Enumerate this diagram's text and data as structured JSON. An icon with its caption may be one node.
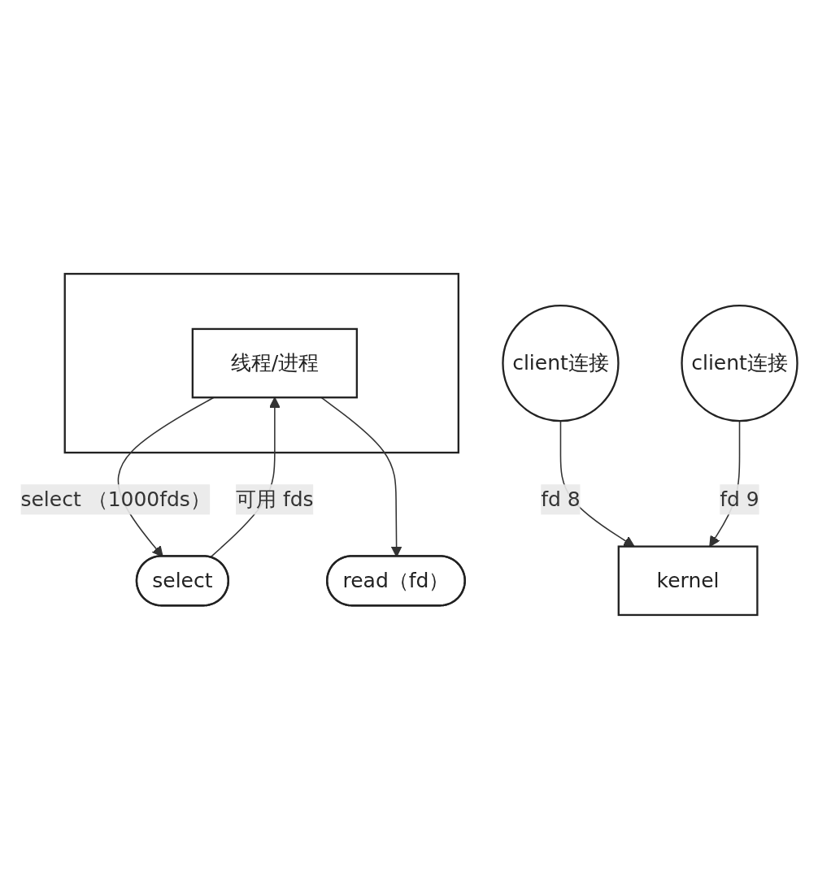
{
  "diagram": {
    "nodes": [
      {
        "text": [],
        "shape": "box"
      },
      {
        "text": [
          "线程/进程"
        ],
        "in": 0
      },
      {
        "text": [
          "select"
        ]
      },
      {
        "text": [
          "read（fd）"
        ]
      },
      {
        "text": [
          "kernel"
        ]
      },
      {
        "text": [
          "client连接"
        ]
      },
      {
        "text": [
          "client连接"
        ]
      }
    ],
    "edges": [
      {
        "from": 1,
        "to": 2,
        "arrow": "to",
        "label": "select （1000fds）"
      },
      {
        "from": 2,
        "to": 1,
        "arrow": "to",
        "label": "可用 fds"
      },
      {
        "from": 1,
        "to": 3,
        "arrow": "to"
      },
      {
        "from": 5,
        "to": 4,
        "arrow": "to",
        "label": "fd 8"
      },
      {
        "from": 6,
        "to": 4,
        "arrow": "to",
        "label": "fd 9"
      }
    ]
  }
}
